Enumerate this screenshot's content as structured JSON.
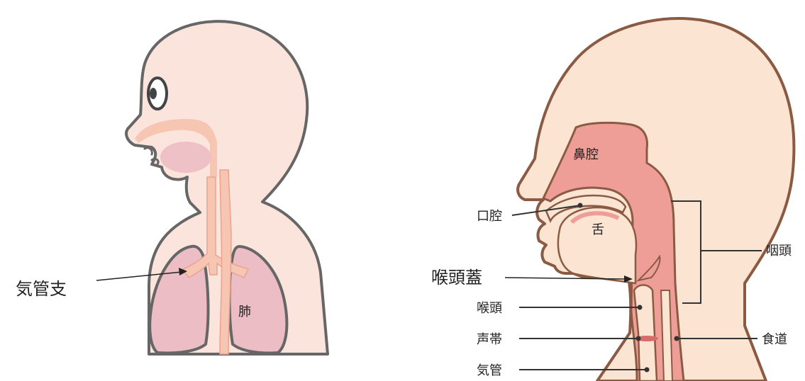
{
  "left_diagram": {
    "labels": {
      "bronchi": "気管支",
      "lungs": "肺"
    }
  },
  "right_diagram": {
    "labels": {
      "nasal_cavity": "鼻腔",
      "oral_cavity": "口腔",
      "tongue": "舌",
      "pharynx": "咽頭",
      "epiglottis": "喉頭蓋",
      "larynx": "喉頭",
      "vocal_cords": "声帯",
      "esophagus": "食道",
      "trachea": "気管"
    }
  },
  "colors": {
    "skin_left": "#fbe4dc",
    "skin_right": "#fbe5d2",
    "outline_left": "#666666",
    "outline_right": "#8b5a43",
    "airway": "#f7c6b3",
    "airway_dark": "#ef9e97",
    "lung": "#ecbdc4",
    "leader_line": "#222222"
  }
}
